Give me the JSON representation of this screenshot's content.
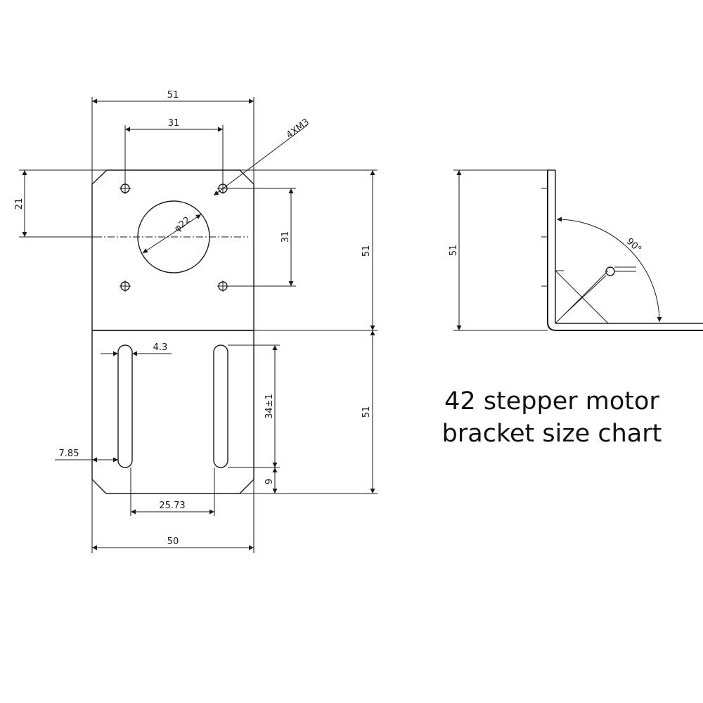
{
  "caption": {
    "line1": "42 stepper motor",
    "line2": "bracket size chart"
  },
  "dimensions": {
    "overall_width_top": "51",
    "hole_spacing_horizontal": "31",
    "screw_holes": "4XM3",
    "top_offset": "21",
    "hole_spacing_vertical": "31",
    "plate_height_upper": "51",
    "center_bore": "φ22",
    "slot_width": "4.3",
    "slot_length": "34±1",
    "slot_edge_offset": "7.85",
    "slot_bottom_offset": "9",
    "slot_spacing": "25.73",
    "plate_height_lower": "51",
    "overall_width_bottom": "50",
    "side_height": "51",
    "bend_angle": "90°"
  }
}
